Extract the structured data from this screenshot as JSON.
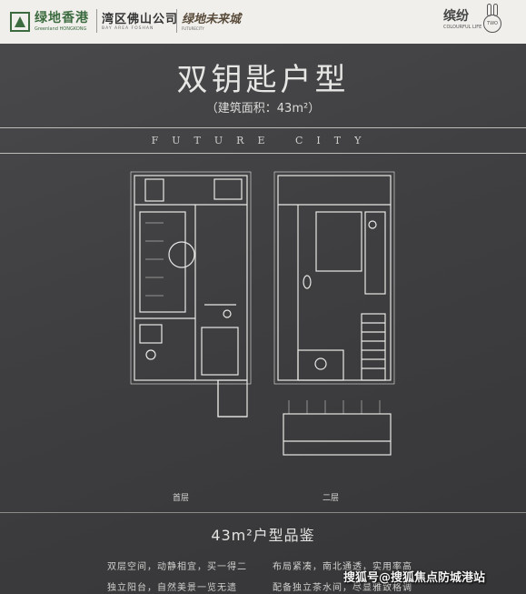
{
  "header": {
    "greenland": {
      "main": "绿地香港",
      "sub": "Greenland HONGKONG"
    },
    "bay_area": {
      "main": "湾区佛山公司",
      "sub": "BAY AREA FOSHAN"
    },
    "future_city": {
      "main": "绿地未来城",
      "sub": "FUTURECITY"
    },
    "brand": {
      "main": "缤纷",
      "sub": "COLOURFUL LIFE",
      "badge": "TWO"
    }
  },
  "title": "双钥匙户型",
  "area": "（建筑面积：43m²）",
  "tagline": "FUTURE CITY",
  "floors": {
    "first": "首层",
    "second": "二层"
  },
  "summary": "43m²户型品鉴",
  "features": {
    "left_1": "双层空间，动静相宜，买一得二",
    "left_2": "独立阳台，自然美景一览无遗",
    "right_1": "布局紧凑，南北通透，实用率高",
    "right_2": "配备独立茶水间，尽显雅致格调"
  },
  "watermark": "搜狐号@搜狐焦点防城港站"
}
